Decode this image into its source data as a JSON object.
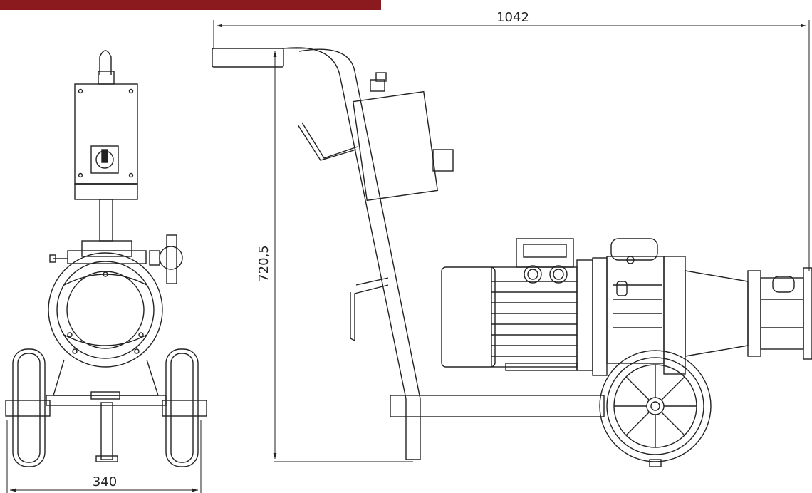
{
  "header": {
    "accent_color": "#8b1a1e"
  },
  "dimensions": {
    "overall_length": "1042",
    "overall_height": "720,5",
    "wheel_track_width": "340"
  }
}
